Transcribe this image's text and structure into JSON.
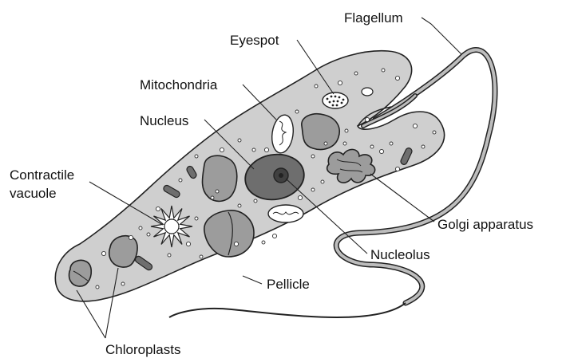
{
  "colors": {
    "cell_fill": "#cfcfcf",
    "organelle_fill": "#9c9c9c",
    "nucleus_fill": "#6e6e6e",
    "nucleolus_fill": "#404040",
    "outline": "#222222",
    "background": "#ffffff"
  },
  "labels": {
    "flagellum": "Flagellum",
    "eyespot": "Eyespot",
    "mitochondria": "Mitochondria",
    "nucleus": "Nucleus",
    "contractile_vacuole_line1": "Contractile",
    "contractile_vacuole_line2": "vacuole",
    "golgi_apparatus": "Golgi apparatus",
    "nucleolus": "Nucleolus",
    "pellicle": "Pellicle",
    "chloroplasts": "Chloroplasts"
  }
}
